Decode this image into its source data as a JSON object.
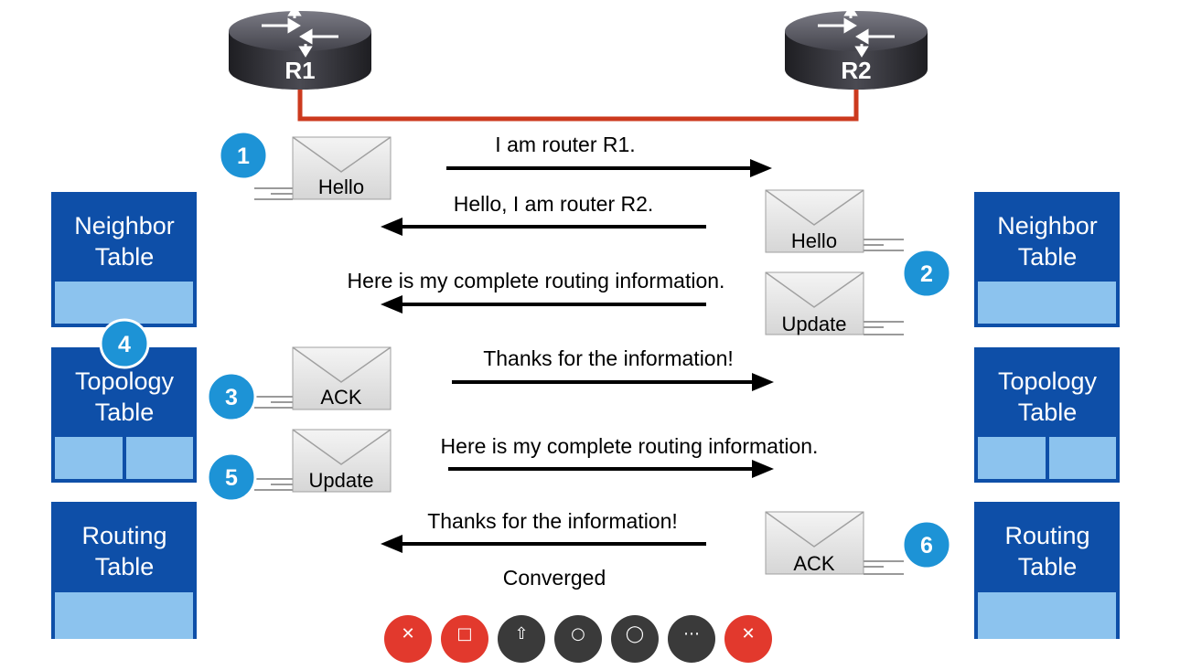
{
  "routers": [
    {
      "label": "R1"
    },
    {
      "label": "R2"
    }
  ],
  "tables": {
    "left": [
      {
        "line1": "Neighbor",
        "line2": "Table",
        "cells": 1
      },
      {
        "line1": "Topology",
        "line2": "Table",
        "cells": 2
      },
      {
        "line1": "Routing",
        "line2": "Table",
        "cells": 1
      }
    ],
    "right": [
      {
        "line1": "Neighbor",
        "line2": "Table",
        "cells": 1
      },
      {
        "line1": "Topology",
        "line2": "Table",
        "cells": 2
      },
      {
        "line1": "Routing",
        "line2": "Table",
        "cells": 1
      }
    ]
  },
  "steps": [
    {
      "num": "1",
      "packet": "Hello",
      "side": "left",
      "direction": "right",
      "message": "I am router R1."
    },
    {
      "num": "2",
      "packet": "Hello",
      "side": "right",
      "direction": "left",
      "message": "Hello, I am router R2."
    },
    {
      "num": "",
      "packet": "Update",
      "side": "right",
      "direction": "left",
      "message": "Here is my complete routing information."
    },
    {
      "num": "3",
      "packet": "ACK",
      "side": "left",
      "direction": "right",
      "message": "Thanks for the information!"
    },
    {
      "num": "5",
      "packet": "Update",
      "side": "left",
      "direction": "right",
      "message": "Here is my complete routing information."
    },
    {
      "num": "6",
      "packet": "ACK",
      "side": "right",
      "direction": "left",
      "message": "Thanks for the information!"
    }
  ],
  "badge4": {
    "num": "4"
  },
  "status": {
    "converged": "Converged"
  },
  "colors": {
    "table_blue": "#0e4fa8",
    "table_light": "#8cc3ee",
    "badge_blue": "#1d93d6",
    "link_red": "#cc3a1e"
  },
  "controls": [
    {
      "icon": "mic-off-icon",
      "color": "red"
    },
    {
      "icon": "camera-off-icon",
      "color": "red"
    },
    {
      "icon": "share-icon",
      "color": "dark"
    },
    {
      "icon": "participants-icon",
      "color": "dark"
    },
    {
      "icon": "chat-icon",
      "color": "dark"
    },
    {
      "icon": "more-icon",
      "color": "dark"
    },
    {
      "icon": "end-call-icon",
      "color": "red"
    }
  ]
}
